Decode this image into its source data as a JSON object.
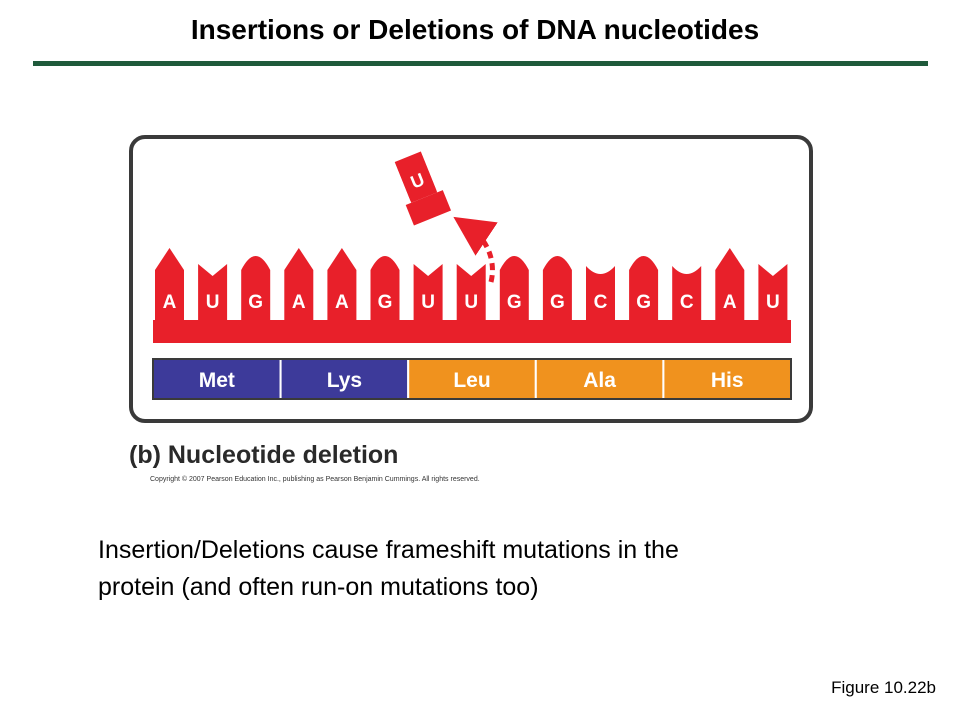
{
  "slide": {
    "title": "Insertions or Deletions of DNA nucleotides",
    "body_line1": "Insertion/Deletions cause frameshift mutations in the",
    "body_line2": "protein (and often run-on mutations too)",
    "figure_ref": "Figure 10.22b"
  },
  "figure": {
    "caption": "(b) Nucleotide deletion",
    "copyright": "Copyright © 2007 Pearson Education Inc., publishing as Pearson Benjamin Cummings. All rights reserved.",
    "deleted_base": "U",
    "bases": [
      {
        "letter": "A",
        "tip": "point"
      },
      {
        "letter": "U",
        "tip": "notch"
      },
      {
        "letter": "G",
        "tip": "round"
      },
      {
        "letter": "A",
        "tip": "point"
      },
      {
        "letter": "A",
        "tip": "point"
      },
      {
        "letter": "G",
        "tip": "round"
      },
      {
        "letter": "U",
        "tip": "notch"
      },
      {
        "letter": "U",
        "tip": "notch"
      },
      {
        "letter": "G",
        "tip": "round"
      },
      {
        "letter": "G",
        "tip": "round"
      },
      {
        "letter": "C",
        "tip": "cup"
      },
      {
        "letter": "G",
        "tip": "round"
      },
      {
        "letter": "C",
        "tip": "cup"
      },
      {
        "letter": "A",
        "tip": "point"
      },
      {
        "letter": "U",
        "tip": "notch"
      }
    ],
    "codons": [
      {
        "label": "Met",
        "color": "#3d3a9a"
      },
      {
        "label": "Lys",
        "color": "#3d3a9a"
      },
      {
        "label": "Leu",
        "color": "#f0921e"
      },
      {
        "label": "Ala",
        "color": "#f0921e"
      },
      {
        "label": "His",
        "color": "#f0921e"
      }
    ],
    "colors": {
      "rna": "#e8202a",
      "frame": "#3a3a3a",
      "normal_codon": "#3d3a9a",
      "shifted_codon": "#f0921e",
      "title_rule": "#1f5a3b"
    }
  }
}
